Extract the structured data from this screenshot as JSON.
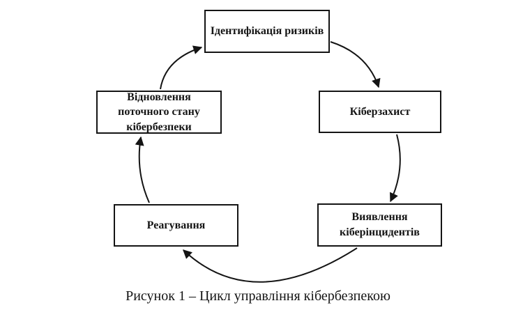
{
  "figure": {
    "caption": "Рисунок 1 – Цикл управління кібербезпекою"
  },
  "diagram": {
    "type": "cycle",
    "nodes": [
      {
        "id": "risk-identification",
        "label": "Ідентифікація ризиків"
      },
      {
        "id": "cyber-defense",
        "label": "Кіберзахист"
      },
      {
        "id": "incident-detection",
        "label": "Виявлення кіберінцидентів"
      },
      {
        "id": "response",
        "label": "Реагування"
      },
      {
        "id": "recovery",
        "label": "Відновлення поточного стану  кібербезпеки"
      }
    ],
    "edges": [
      {
        "from": "risk-identification",
        "to": "cyber-defense"
      },
      {
        "from": "cyber-defense",
        "to": "incident-detection"
      },
      {
        "from": "incident-detection",
        "to": "response"
      },
      {
        "from": "response",
        "to": "recovery"
      },
      {
        "from": "recovery",
        "to": "risk-identification"
      }
    ]
  },
  "colors": {
    "line": "#141414",
    "text": "#141414",
    "background": "#ffffff"
  }
}
